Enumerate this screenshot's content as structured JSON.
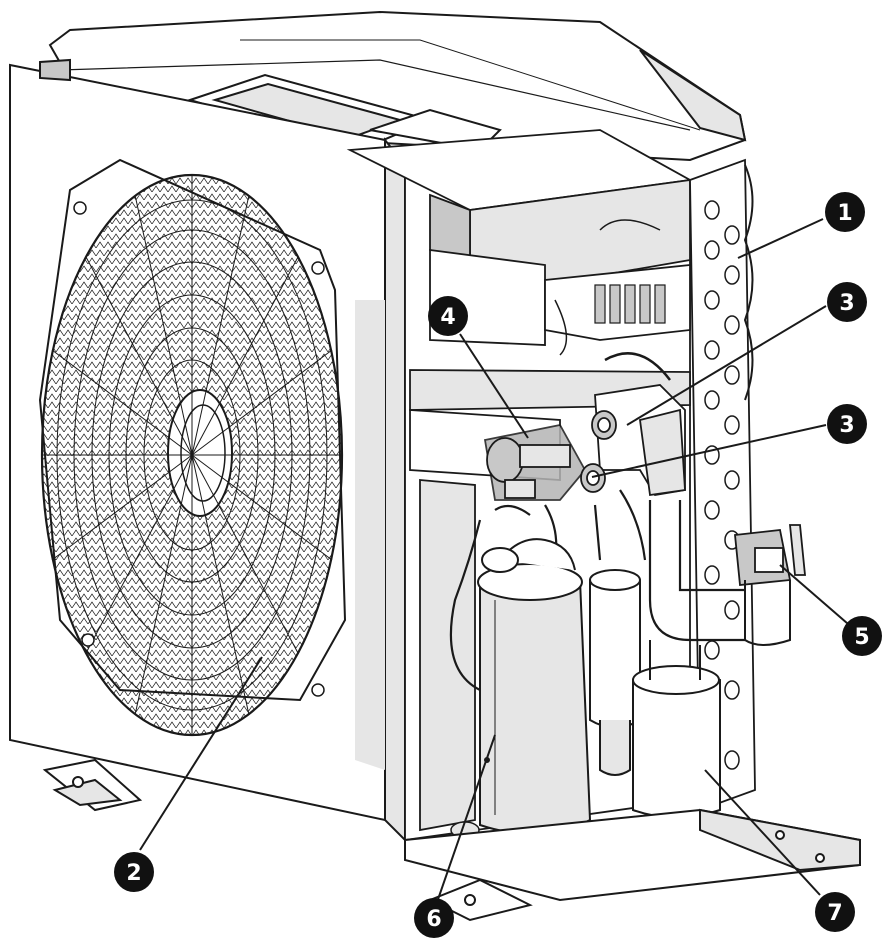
{
  "figure": {
    "subject": "outdoor-air-conditioning-unit-cutaway",
    "line_color": "#1a1a1a",
    "panel_fill": "#ffffff",
    "shade_fill": "#e6e6e6",
    "dark_shade_fill": "#c8c8c8",
    "highlight_fill": "#b5b5b5",
    "callout_fill": "#111111",
    "callout_text_color": "#ffffff"
  },
  "callouts": [
    {
      "id": "c1",
      "number": "1"
    },
    {
      "id": "c2",
      "number": "2"
    },
    {
      "id": "c3a",
      "number": "3"
    },
    {
      "id": "c3b",
      "number": "3"
    },
    {
      "id": "c4",
      "number": "4"
    },
    {
      "id": "c5",
      "number": "5"
    },
    {
      "id": "c6",
      "number": "6"
    },
    {
      "id": "c7",
      "number": "7"
    }
  ]
}
